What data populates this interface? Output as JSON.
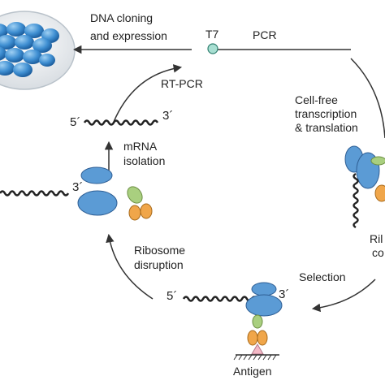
{
  "labels": {
    "dna_cloning": [
      "DNA cloning",
      "and expression"
    ],
    "t7": "T7",
    "pcr": "PCR",
    "rt_pcr": "RT-PCR",
    "cell_free": [
      "Cell-free",
      "transcription",
      "& translation"
    ],
    "mrna_isolation": [
      "mRNA",
      "isolation"
    ],
    "ribosome_disruption": [
      "Ribosome",
      "disruption"
    ],
    "selection": "Selection",
    "antigen": "Antigen",
    "ribosome_complex_partial": [
      "Ril",
      "co"
    ],
    "five_prime": "5´",
    "three_prime": "3´"
  },
  "colors": {
    "ribosome": "#5b9bd5",
    "ribosome_edge": "#2f5f95",
    "antibody_green": "#a9cf7f",
    "antibody_orange": "#f0a64a",
    "antigen": "#f4b9c6",
    "bacteria": "#3f8fd2",
    "arrow": "#333333"
  }
}
